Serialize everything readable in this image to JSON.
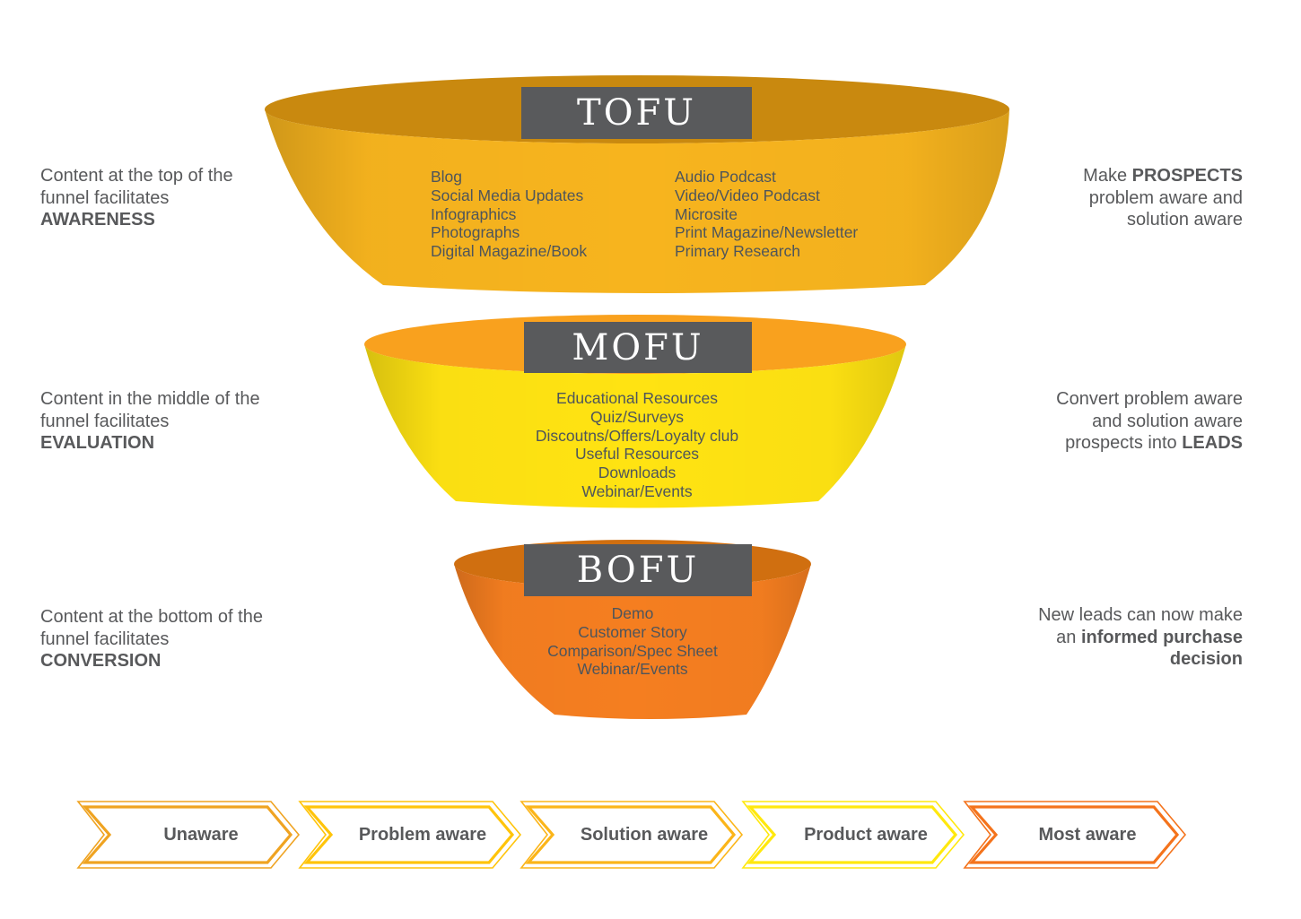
{
  "theme": {
    "bg": "#ffffff",
    "text_gray": "#58595B",
    "list_text": "#4E555B",
    "label_bg": "#595A5C",
    "label_text": "#FFFFFF"
  },
  "funnel": {
    "tofu": {
      "label": "TOFU",
      "body_color": "#F7B41E",
      "mouth_color": "#C9890F",
      "items_left": [
        "Blog",
        "Social Media Updates",
        "Infographics",
        "Photographs",
        "Digital Magazine/Book"
      ],
      "items_right": [
        "Audio Podcast",
        "Video/Video Podcast",
        "Microsite",
        "Print Magazine/Newsletter",
        "Primary Research"
      ],
      "left_note": {
        "text": "Content at the top of the funnel facilitates",
        "bold": "AWARENESS"
      },
      "right_note": {
        "pre": "Make ",
        "bold": "PROSPECTS",
        "post": " problem aware and solution aware"
      }
    },
    "mofu": {
      "label": "MOFU",
      "body_color": "#FFE312",
      "mouth_color": "#F9A11E",
      "items": [
        "Educational Resources",
        "Quiz/Surveys",
        "Discoutns/Offers/Loyalty club",
        "Useful Resources",
        "Downloads",
        "Webinar/Events"
      ],
      "left_note": {
        "text": "Content in the middle of the funnel facilitates",
        "bold": "EVALUATION"
      },
      "right_note": {
        "pre": "Convert problem aware and solution aware prospects into ",
        "bold": "LEADS",
        "post": ""
      }
    },
    "bofu": {
      "label": "BOFU",
      "body_color": "#F57E20",
      "mouth_color": "#D06F10",
      "items": [
        "Demo",
        "Customer Story",
        "Comparison/Spec Sheet",
        "Webinar/Events"
      ],
      "left_note": {
        "text": "Content at the bottom of the funnel facilitates",
        "bold": "CONVERSION"
      },
      "right_note": {
        "pre": "New leads can now make an ",
        "bold": "informed purchase decision",
        "post": ""
      }
    }
  },
  "journey": {
    "stages": [
      {
        "label": "Unaware",
        "color": "#EFA321"
      },
      {
        "label": "Problem aware",
        "color": "#FFC40A"
      },
      {
        "label": "Solution aware",
        "color": "#FBB519"
      },
      {
        "label": "Product aware",
        "color": "#FFE80E"
      },
      {
        "label": "Most aware",
        "color": "#F4731C"
      }
    ]
  }
}
